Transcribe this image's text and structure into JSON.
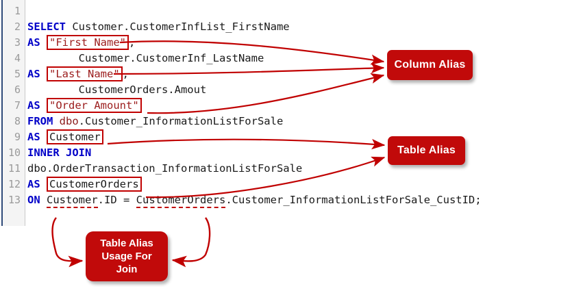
{
  "editor": {
    "line_numbers": [
      "1",
      "2",
      "3",
      "4",
      "5",
      "6",
      "7",
      "8",
      "9",
      "10",
      "11",
      "12",
      "13"
    ],
    "lines": [
      {
        "n": "1",
        "parts": []
      },
      {
        "n": "2",
        "parts": [
          {
            "t": "SELECT",
            "cls": "kw"
          },
          {
            "t": " Customer.CustomerInfList_FirstName",
            "cls": "plain"
          }
        ]
      },
      {
        "n": "3",
        "parts": [
          {
            "t": "AS",
            "cls": "kw"
          },
          {
            "t": " ",
            "cls": "plain"
          },
          {
            "t": "\"First Name\"",
            "cls": "str",
            "boxed": true
          },
          {
            "t": ",",
            "cls": "plain"
          }
        ]
      },
      {
        "n": "4",
        "parts": [
          {
            "t": "        Customer.CustomerInf_LastName",
            "cls": "plain"
          }
        ]
      },
      {
        "n": "5",
        "parts": [
          {
            "t": "AS",
            "cls": "kw"
          },
          {
            "t": " ",
            "cls": "plain"
          },
          {
            "t": "\"Last Name\"",
            "cls": "str",
            "boxed": true
          },
          {
            "t": ",",
            "cls": "plain"
          }
        ]
      },
      {
        "n": "6",
        "parts": [
          {
            "t": "        CustomerOrders.Amout",
            "cls": "plain"
          }
        ]
      },
      {
        "n": "7",
        "parts": [
          {
            "t": "AS",
            "cls": "kw"
          },
          {
            "t": " ",
            "cls": "plain"
          },
          {
            "t": "\"Order Amount\"",
            "cls": "str",
            "boxed": true
          }
        ]
      },
      {
        "n": "8",
        "parts": [
          {
            "t": "FROM",
            "cls": "kw"
          },
          {
            "t": " ",
            "cls": "plain"
          },
          {
            "t": "dbo",
            "cls": "idb"
          },
          {
            "t": ".Customer_InformationListForSale",
            "cls": "plain"
          }
        ]
      },
      {
        "n": "9",
        "parts": [
          {
            "t": "AS",
            "cls": "kw"
          },
          {
            "t": " ",
            "cls": "plain"
          },
          {
            "t": "Customer",
            "cls": "plain",
            "boxed": true
          }
        ]
      },
      {
        "n": "10",
        "parts": [
          {
            "t": "INNER JOIN",
            "cls": "kw"
          }
        ]
      },
      {
        "n": "11",
        "parts": [
          {
            "t": "dbo.OrderTransaction_InformationListForSale",
            "cls": "plain"
          }
        ]
      },
      {
        "n": "12",
        "parts": [
          {
            "t": "AS",
            "cls": "kw"
          },
          {
            "t": " ",
            "cls": "plain"
          },
          {
            "t": "CustomerOrders",
            "cls": "plain",
            "boxed": true
          }
        ]
      },
      {
        "n": "13",
        "parts": [
          {
            "t": "ON",
            "cls": "kw"
          },
          {
            "t": " ",
            "cls": "plain"
          },
          {
            "t": "Customer",
            "cls": "plain",
            "dashed": true
          },
          {
            "t": ".ID = ",
            "cls": "plain"
          },
          {
            "t": "CustomerOrders",
            "cls": "plain",
            "dashed": true
          },
          {
            "t": ".Customer_InformationListForSale_CustID;",
            "cls": "plain"
          }
        ]
      }
    ],
    "full_query": "SELECT Customer.CustomerInfList_FirstName AS \"First Name\", Customer.CustomerInf_LastName AS \"Last Name\", CustomerOrders.Amout AS \"Order Amount\" FROM dbo.Customer_InformationListForSale AS Customer INNER JOIN dbo.OrderTransaction_InformationListForSale AS CustomerOrders ON Customer.ID = CustomerOrders.Customer_InformationListForSale_CustID;"
  },
  "annotations": {
    "column_alias": {
      "label": "Column Alias"
    },
    "table_alias": {
      "label": "Table Alias"
    },
    "join_usage": {
      "line1": "Table Alias",
      "line2": "Usage For",
      "line3": "Join"
    }
  },
  "colors": {
    "callout_red": "#c10a0a",
    "box_red": "#c00000",
    "keyword_blue": "#0000c8",
    "string_red": "#9b1c1c",
    "gutter_bg": "#f4f4f4",
    "gutter_num": "#9a9a9a",
    "rail_blue": "#2e4a78",
    "page_bg": "#ffffff"
  }
}
